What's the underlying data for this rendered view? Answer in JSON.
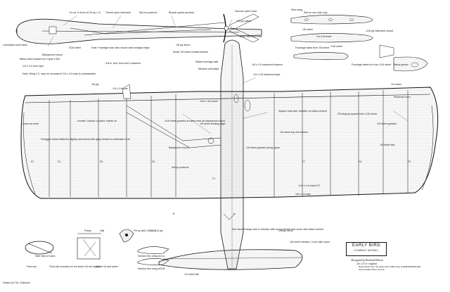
{
  "title": {
    "name": "EARLY BIRD",
    "subtitle": "COMBAT MODEL",
    "designer": "Designed by Richard Wilson",
    "engine": "for 2.5 cc engines",
    "credit": "Reproduced from the September 1962 issue of AEROMODELLER. Aeromodeller Plans Service."
  },
  "labels": {
    "l1": "1/4 sq. in front of 1/8 sq. L.E.",
    "l2": "Tinned nylon bellcrank",
    "l3": "Slot for pushrod",
    "l4": "Bicycle spoke pushrod",
    "l5": "Vacuum nylon hose",
    "l6": "1/8 ply plates",
    "l7": "Laminated cane block",
    "l8": "Balsawood mount",
    "l9": "3/16 sheet",
    "l10": "Balsa sheet spacers for Clyde 2.5cc",
    "l11": "Note: Fuselage side view shown with enlarged flaps",
    "l12": "Small nuts and bolts",
    "l13": "6 B.A. bolt, front and 4 washers",
    "l14": "1/8 ply floors",
    "l15": "Small 1/8 sheet combat section",
    "l16": "1/4 x 1/4 front spar",
    "l17": "Note: Wing L.E. may be recessed if 1/4 x 1/4 strip is unobtainable",
    "l18": "1/4 x 1/4 spar",
    "l19": "Stable fuselage side",
    "l20": "Medium soft balsa",
    "l21": "1/8 x 1/4 hardwood bearers",
    "l22": "1/4 x 1/8 hardwood spar",
    "l23": "1/16 x 3/4 sheet",
    "l24": "Double 3 strand 'Lycotex' elastic on",
    "l25": "Balsawood mount",
    "l26": "Hi-leggen tubes flattened slightly and bound with gimp thread to underside of rib",
    "l27": "Lead-out ends",
    "l28": "1/16 sheet gussets at same level as balsawood mount",
    "l29": "1/8 sheet leading edge",
    "l30": "Square rods with 'Araldite' on balsa cement",
    "l31": "1/8 sheet top and bottom",
    "l32": "1/8 sheet gussets along spars",
    "l33": "Set up pushrod",
    "l34": "Fuselage takes cut from 1/16 sheet",
    "l35": "Slow wing",
    "l36": "Slot on one side only",
    "l37": "1/16 ply bellcrank mount",
    "l38": "1/4 sheet",
    "l39": "1/8 sheet gussets",
    "l40": "1/8 sheet tips",
    "l41": "Fill wing tip spaces from 1/16 sheet",
    "l42": "1/16 x 1/4 sheet F3",
    "l43": "1/8 ply horns",
    "l44": "1/8 sheet elevator. Cover with nylon",
    "l45": "See Aircraft hinge wire to elevator with strong thread and cover with balsa cement",
    "l46": "1/8 x 1/4 strip",
    "l47": "1/4 sheet tail",
    "l48": "Side view of hand",
    "l49": "Feet use",
    "l50": "Took this mounted on full sized 1/4 tail copper",
    "l51": "Solder lid and tubes",
    "l52": "Section thro wing at B-B",
    "l53": "Section thro wing at A-A",
    "l54": "Fill up with 1/4 x 1/4",
    "l55": "Pulley",
    "l56": "Nail",
    "l57": "Reversed horn",
    "l58": "1/8 ply",
    "l59": "Balsa packer",
    "l60": "Fuselage sides from 1/8 sheet",
    "l61": "Drawn by F.M. Collinson",
    "l62": "F4",
    "l63": "F5",
    "l64": "F6",
    "l65": "F7",
    "l66": "F8",
    "l67": "F9",
    "l68": "F2",
    "l69": "F1",
    "l70": "A",
    "l71": "B",
    "l72": "1/8 sheet",
    "l73": "Cut 1/8 sheet",
    "l74": "1/16 sheet",
    "l75": "1/4 x 1/4 ply"
  }
}
